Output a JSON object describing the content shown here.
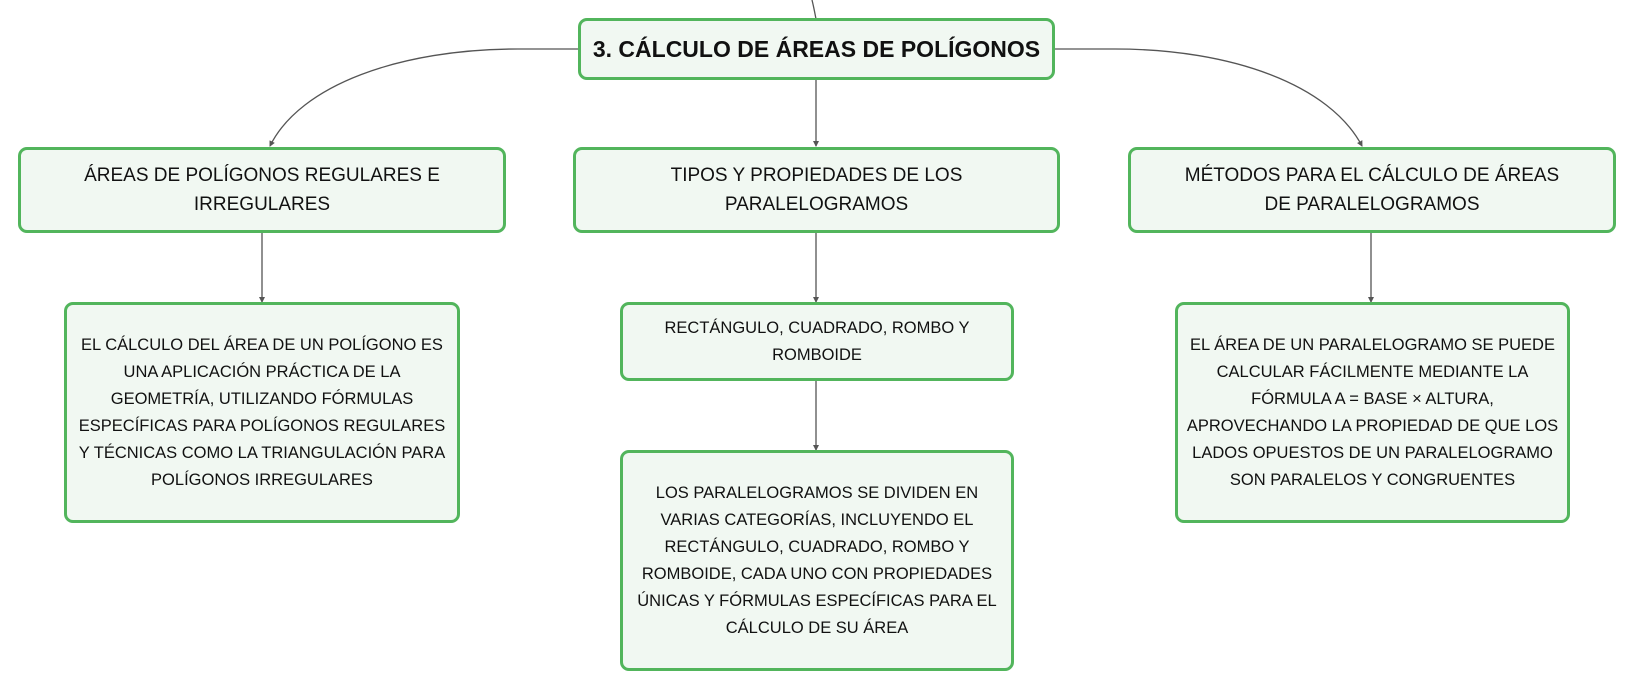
{
  "diagram": {
    "root": {
      "label": "3. CÁLCULO DE ÁREAS DE POLÍGONOS"
    },
    "branches": [
      {
        "label": "ÁREAS DE POLÍGONOS REGULARES E IRREGULARES",
        "children": [
          "EL CÁLCULO DEL ÁREA DE UN POLÍGONO ES UNA APLICACIÓN PRÁCTICA DE LA GEOMETRÍA, UTILIZANDO FÓRMULAS ESPECÍFICAS PARA POLÍGONOS REGULARES Y TÉCNICAS COMO LA TRIANGULACIÓN PARA POLÍGONOS IRREGULARES"
        ]
      },
      {
        "label": "TIPOS Y PROPIEDADES DE LOS PARALELOGRAMOS",
        "children": [
          "RECTÁNGULO, CUADRADO, ROMBO Y ROMBOIDE",
          "LOS PARALELOGRAMOS SE DIVIDEN EN VARIAS CATEGORÍAS, INCLUYENDO EL RECTÁNGULO, CUADRADO, ROMBO Y ROMBOIDE, CADA UNO CON PROPIEDADES ÚNICAS Y FÓRMULAS ESPECÍFICAS PARA EL CÁLCULO DE SU ÁREA"
        ]
      },
      {
        "label": "MÉTODOS PARA EL CÁLCULO DE ÁREAS DE PARALELOGRAMOS",
        "children": [
          "EL ÁREA DE UN PARALELOGRAMO SE PUEDE CALCULAR FÁCILMENTE MEDIANTE LA FÓRMULA A = BASE × ALTURA, APROVECHANDO LA PROPIEDAD DE QUE LOS LADOS OPUESTOS DE UN PARALELOGRAMO SON PARALELOS Y CONGRUENTES"
        ]
      }
    ],
    "colors": {
      "node_border": "#52b55c",
      "node_fill": "#f1f8f2",
      "connector": "#555555",
      "text": "#111111"
    }
  }
}
